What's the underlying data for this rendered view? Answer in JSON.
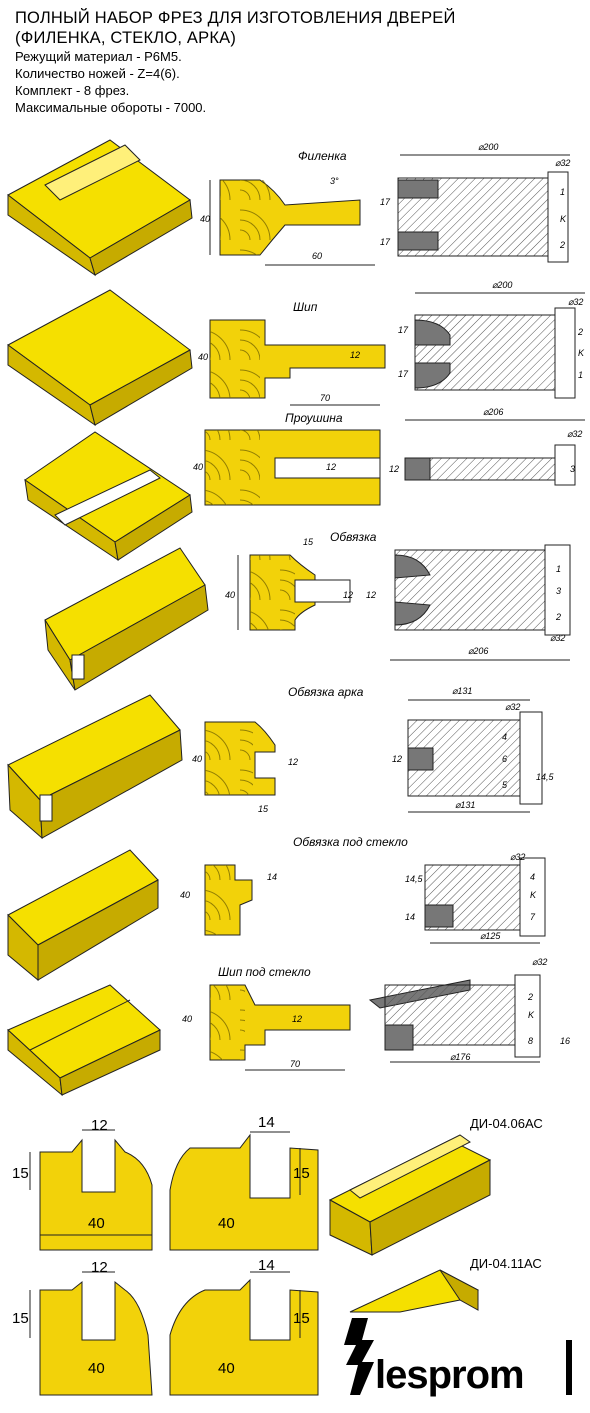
{
  "header": {
    "title_line1": "ПОЛНЫЙ НАБОР ФРЕЗ ДЛЯ ИЗГОТОВЛЕНИЯ ДВЕРЕЙ",
    "title_line2": "(ФИЛЕНКА, СТЕКЛО, АРКА)",
    "specs": [
      "Режущий материал - Р6М5.",
      "Количество ножей - Z=4(6).",
      "Комплект - 8 фрез.",
      "Максимальные обороты - 7000."
    ]
  },
  "colors": {
    "profile_yellow": "#f2d20a",
    "part_yellow": "#f5e000",
    "outline": "#222222",
    "grey_cutter": "#777777"
  },
  "sections": [
    {
      "label": "Филенка",
      "dims": {
        "height": "40",
        "width": "60",
        "d1": "⌀200",
        "d2": "⌀32",
        "s1": "17",
        "s2": "17",
        "angle": "3°"
      },
      "cutters": [
        "1",
        "K",
        "2"
      ]
    },
    {
      "label": "Шип",
      "dims": {
        "height": "40",
        "width": "70",
        "groove": "12",
        "d1": "⌀200",
        "d2": "⌀32",
        "s1": "17",
        "s2": "17"
      },
      "cutters": [
        "2",
        "K",
        "1"
      ]
    },
    {
      "label": "Проушина",
      "dims": {
        "height": "40",
        "groove": "12",
        "d1": "⌀206",
        "d2": "⌀32",
        "s1": "12"
      },
      "cutters": [
        "3"
      ]
    },
    {
      "label": "Обвязка",
      "dims": {
        "height": "40",
        "top": "15",
        "g1": "12",
        "g2": "12",
        "d1": "⌀206",
        "d2": "⌀32"
      },
      "cutters": [
        "1",
        "3",
        "2"
      ]
    },
    {
      "label": "Обвязка арка",
      "dims": {
        "height": "40",
        "groove": "12",
        "bottom": "15",
        "d1": "⌀131",
        "d2": "⌀32",
        "d3": "⌀131",
        "s1": "12",
        "s2": "14,5"
      },
      "cutters": [
        "4",
        "6",
        "5"
      ]
    },
    {
      "label": "Обвязка под стекло",
      "dims": {
        "height": "40",
        "rebate": "14",
        "d1": "⌀32",
        "d2": "⌀125",
        "s1": "14,5",
        "s2": "14"
      },
      "cutters": [
        "4",
        "K",
        "7"
      ]
    },
    {
      "label": "Шип под стекло",
      "dims": {
        "height": "40",
        "groove": "12",
        "width": "70",
        "d1": "⌀32",
        "d2": "⌀176",
        "s1": "16"
      },
      "cutters": [
        "2",
        "K",
        "8"
      ]
    }
  ],
  "bottom": {
    "profiles": [
      {
        "top": "12",
        "side": "15",
        "width": "40"
      },
      {
        "top": "14",
        "side": "15",
        "width": "40"
      },
      {
        "top": "12",
        "side": "15",
        "width": "40"
      },
      {
        "top": "14",
        "side": "15",
        "width": "40"
      }
    ],
    "codes": [
      "ДИ-04.06АС",
      "ДИ-04.11АС"
    ]
  },
  "logo": "lesprom"
}
